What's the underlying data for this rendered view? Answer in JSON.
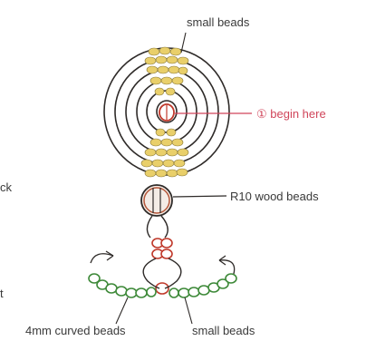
{
  "labels": {
    "small_beads_top": "small beads",
    "begin_here": "① begin here",
    "wood_beads": "R10 wood beads",
    "curved_beads": "4mm curved beads",
    "small_beads_bottom": "small beads",
    "edge_left_upper": "ck",
    "edge_left_lower": "t"
  },
  "colors": {
    "wire": "#2e2a28",
    "bead_yellow": "#e9cf6a",
    "bead_red": "#c0392b",
    "bead_green": "#3f8a3a",
    "wood": "#b5573a",
    "label": "#3a3a3a",
    "accent_red": "#d0455a"
  }
}
